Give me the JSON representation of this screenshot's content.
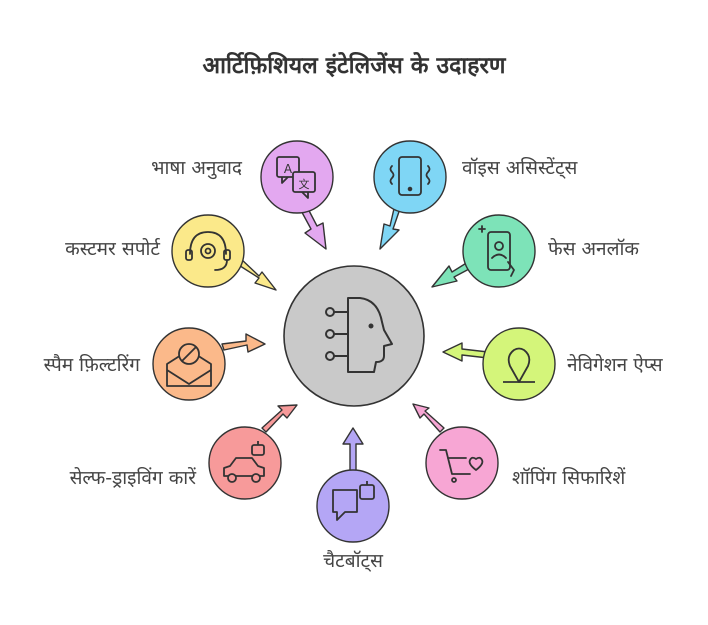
{
  "title": "आर्टिफ़िशियल इंटेलिजेंस के उदाहरण",
  "center": {
    "icon": "ai-head-icon",
    "color": "#c9c9c9"
  },
  "items": [
    {
      "label": "भाषा अनुवाद",
      "icon": "translate-icon",
      "color": "#e3a8f0"
    },
    {
      "label": "वॉइस असिस्टेंट्स",
      "icon": "phone-icon",
      "color": "#7fd6f5"
    },
    {
      "label": "कस्टमर सपोर्ट",
      "icon": "headset-icon",
      "color": "#fbe98a"
    },
    {
      "label": "फेस अनलॉक",
      "icon": "face-unlock-icon",
      "color": "#7de3b8"
    },
    {
      "label": "स्पैम फ़िल्टरिंग",
      "icon": "spam-mail-icon",
      "color": "#fbb98a"
    },
    {
      "label": "नेविगेशन ऐप्स",
      "icon": "location-pin-icon",
      "color": "#d4f57a"
    },
    {
      "label": "सेल्फ-ड्राइविंग कारें",
      "icon": "car-icon",
      "color": "#f79a9a"
    },
    {
      "label": "चैटबॉट्स",
      "icon": "chat-bot-icon",
      "color": "#b4a6f5"
    },
    {
      "label": "शॉपिंग सिफारिशें",
      "icon": "cart-heart-icon",
      "color": "#f7a6d4"
    }
  ]
}
